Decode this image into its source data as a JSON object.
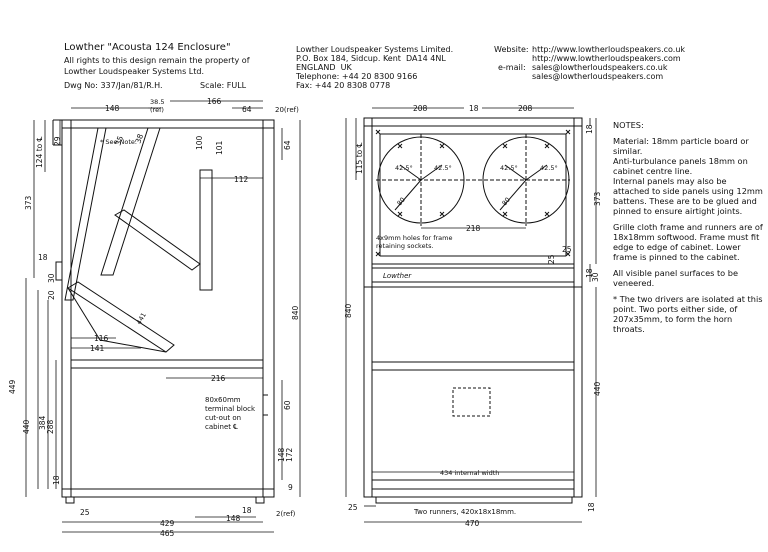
{
  "header": {
    "title": "Lowther \"Acousta 124 Enclosure\"",
    "rights_1": "All rights to this design remain the property of",
    "rights_2": "Lowther Loudspeaker Systems Ltd.",
    "dwg": "Dwg No: 337/Jan/81/R.H.",
    "scale": "Scale: FULL"
  },
  "company": {
    "name": "Lowther Loudspeaker Systems Limited.",
    "address": "P.O. Box 184, Sidcup. Kent  DA14 4NL",
    "country": "ENGLAND  UK",
    "telephone": "Telephone: +44 20 8300 9166",
    "fax": "Fax: +44 20 8308 0778"
  },
  "contact": {
    "website_label": "Website:",
    "website_1": "http://www.lowtherloudspeakers.co.uk",
    "website_2": "http://www.lowtherloudspeakers.com",
    "email_label": "e-mail:",
    "email_1": "sales@lowtherloudspeakers.co.uk",
    "email_2": "sales@lowtherloudspeakers.com"
  },
  "notes": {
    "heading": "NOTES:",
    "n1": "Material: 18mm particle board or similar.",
    "n2": "Anti-turbulance panels 18mm on cabinet centre line.",
    "n3": "Internal panels may also be attached to side panels using 12mm battens. These are to be glued and pinned to ensure airtight joints.",
    "n4": "Grille cloth frame and runners are of 18x18mm softwood. Frame must fit edge to edge of cabinet. Lower frame is pinned to the cabinet.",
    "n5": "All visible panel surfaces to be veneered.",
    "n6": "* The two drivers are isolated at this point. Two ports either side, of 207x35mm, to form the horn throats."
  },
  "side_view": {
    "dims": {
      "d148": "148",
      "d38_5": "38.5",
      "d38_5_ref": "(ref)",
      "d166": "166",
      "d64_top": "64",
      "d20_ref_top": "20(ref)",
      "d124": "124 to ℄",
      "d29": "29",
      "d35": "35",
      "d38": "38",
      "d100": "100",
      "d101": "101",
      "d112": "112",
      "d64_right": "64",
      "d373": "373",
      "d18": "18",
      "d30": "30",
      "d20": "20",
      "d116": "116",
      "d141": "141",
      "d216": "216",
      "d449": "449",
      "d440": "440",
      "d384": "384",
      "d288": "288",
      "d840": "840",
      "d60": "60",
      "d148_v": "148",
      "d172": "172",
      "d9": "9",
      "d18_bot": "18",
      "d25": "25",
      "d148_bot": "148",
      "d18_bot2": "18",
      "d2ref": "2(ref)",
      "d429": "429",
      "d465": "465"
    },
    "see_note": "* See Note.",
    "panel_label": "441",
    "terminal_1": "80x60mm",
    "terminal_2": "terminal block",
    "terminal_3": "cut-out on",
    "terminal_4": "cabinet ℄"
  },
  "front_view": {
    "dims": {
      "d208_l": "208",
      "d18": "18",
      "d208_r": "208",
      "d115": "115 to ℄",
      "d18_right": "18",
      "d373": "373",
      "d42_5_a": "42.5°",
      "d42_5_b": "42.5°",
      "d42_5_c": "42.5°",
      "d42_5_d": "42.5°",
      "r80_a": "80",
      "r80_b": "80",
      "d218": "218",
      "d25": "25",
      "d25_b": "25",
      "d18_mid": "18",
      "d30": "30",
      "d840": "840",
      "d440": "440",
      "internal_width": "434 internal width",
      "d25_bot": "25",
      "d18_bot": "18",
      "d470": "470"
    },
    "holes_1": "4x9mm holes for frame",
    "holes_2": "retaining sockets.",
    "brand": "Lowther",
    "runners": "Two runners, 420x18x18mm."
  }
}
